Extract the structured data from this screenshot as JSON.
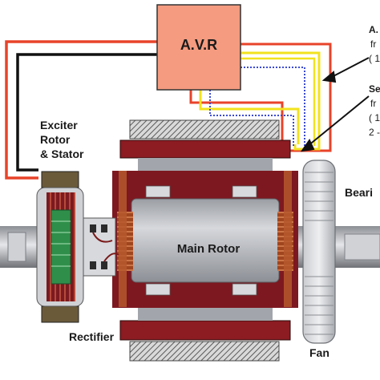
{
  "avr": {
    "label": "A.V.R"
  },
  "exciter": {
    "line1": "Exciter",
    "line2": "Rotor",
    "line3": "& Stator"
  },
  "main_rotor": {
    "label": "Main Rotor"
  },
  "rectifier": {
    "label": "Rectifier"
  },
  "fan": {
    "label": "Fan"
  },
  "bearing": {
    "label": "Beari"
  },
  "annotation_top": {
    "line1": "A.",
    "line2": "fr",
    "line3": "( 1"
  },
  "annotation_mid": {
    "line1": "Se",
    "line2": "fr",
    "line3": "( 1",
    "line4": "2 -"
  },
  "colors": {
    "avr_fill": "#f49b80",
    "wire_red": "#e8432a",
    "wire_black": "#111111",
    "wire_yellow": "#f2e21e",
    "wire_blue": "#3b4bd1",
    "stator_red": "#8c1b22",
    "rotor_grey": "#b9bcc2",
    "copper": "#b5582e"
  }
}
